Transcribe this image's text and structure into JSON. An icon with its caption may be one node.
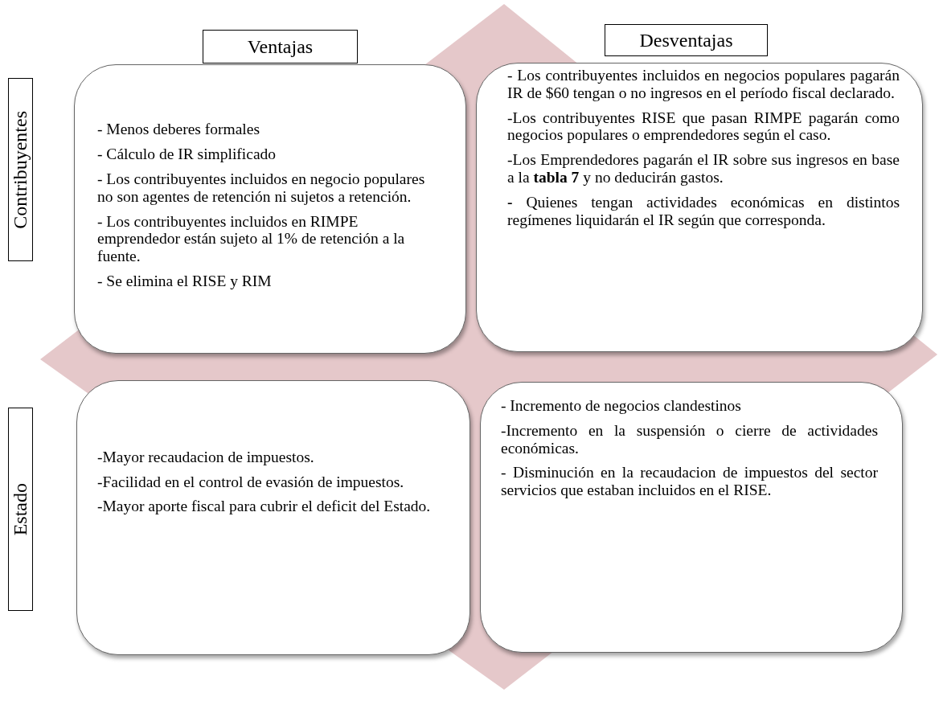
{
  "diagram": {
    "nodes": [
      {
        "text": [
          "Ventajas"
        ]
      },
      {
        "text": [
          "Desventajas"
        ]
      },
      {
        "text": [
          "Contribuyentes"
        ]
      },
      {
        "text": [
          "- Menos deberes formales",
          "- Cálculo de IR simplificado",
          "- Los contribuyentes incluidos en negocio populares no son agentes de retención ni sujetos a retención.",
          "- Los contribuyentes incluidos en RIMPE emprendedor están sujeto al 1% de retención a la fuente.",
          "- Se elimina el RISE y RIM"
        ]
      },
      {
        "text": [
          "- Los contribuyentes incluidos en negocios populares pagarán IR de $60 tengan o no ingresos en el período fiscal declarado.",
          "-Los contribuyentes RISE que pasan RIMPE pagarán como negocios populares o emprendedores según el caso.",
          "-Los Emprendedores pagarán el IR sobre sus ingresos en base a la **tabla 7** y no deducirán gastos.",
          "**-** Quienes tengan actividades económicas en distintos regímenes liquidarán el IR según que corresponda."
        ]
      },
      {
        "text": [
          "Estado"
        ]
      },
      {
        "text": [
          "-Mayor recaudacion de impuestos.",
          "-Facilidad en el control de evasión de impuestos.",
          "-Mayor aporte fiscal para cubrir el deficit del Estado."
        ]
      },
      {
        "text": [
          "- Incremento de negocios clandestinos",
          "-Incremento en la suspensión o cierre de actividades económicas.",
          "- Disminución en la recaudacion de impuestos del sector servicios que estaban incluidos en el RISE."
        ]
      }
    ],
    "edges": []
  }
}
